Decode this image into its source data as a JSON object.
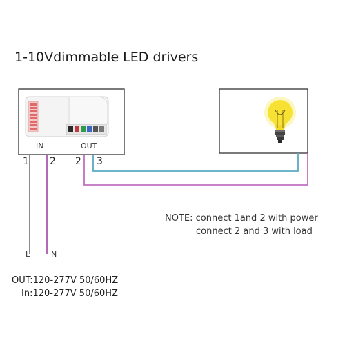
{
  "title": "1-10Vdimmable LED drivers",
  "driver": {
    "in_label": "IN",
    "out_label": "OUT",
    "terminals": [
      "1",
      "2",
      "2",
      "3"
    ]
  },
  "mains": {
    "l_label": "L",
    "n_label": "N"
  },
  "note": {
    "line1": "NOTE: connect 1and 2 with power",
    "line2": "connect 2 and 3 with load"
  },
  "specs": {
    "out": "OUT:120-277V 50/60HZ",
    "in": "In:120-277V 50/60HZ"
  },
  "colors": {
    "wire_l": "#8c8c8c",
    "wire_n": "#b36ab8",
    "wire_out2": "#c070c0",
    "wire_out3": "#5aa9c4",
    "box_stroke": "#333333",
    "bulb_glow": "#f7e233"
  },
  "icons": {
    "lamp": "light-bulb-icon",
    "module": "driver-module-icon"
  }
}
